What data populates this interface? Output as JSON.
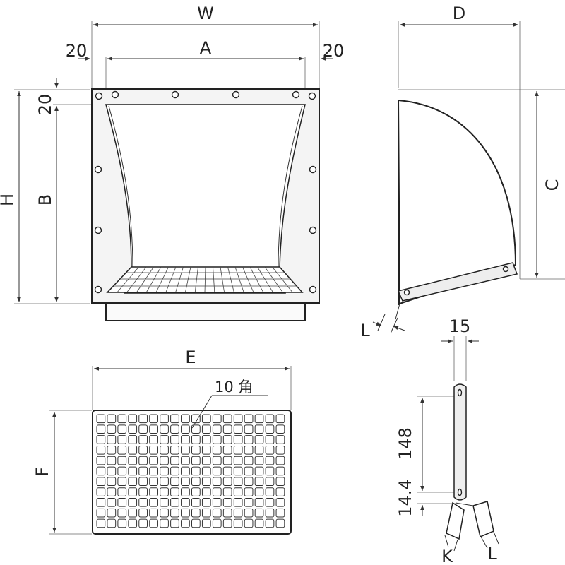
{
  "front_view": {
    "width_label": "W",
    "inner_width_label": "A",
    "left_margin_label": "20",
    "right_margin_label": "20",
    "top_margin_label": "20",
    "height_label": "H",
    "inner_height_label": "B"
  },
  "side_view": {
    "depth_label": "D",
    "height_label": "C",
    "bracket_label": "L"
  },
  "mesh_view": {
    "width_label": "E",
    "height_label": "F",
    "opening_label": "10 角"
  },
  "bracket_view": {
    "width_label": "15",
    "hole_pitch_label": "148",
    "hole_offset_label": "14.4",
    "leg_k_label": "K",
    "leg_l_label": "L"
  }
}
